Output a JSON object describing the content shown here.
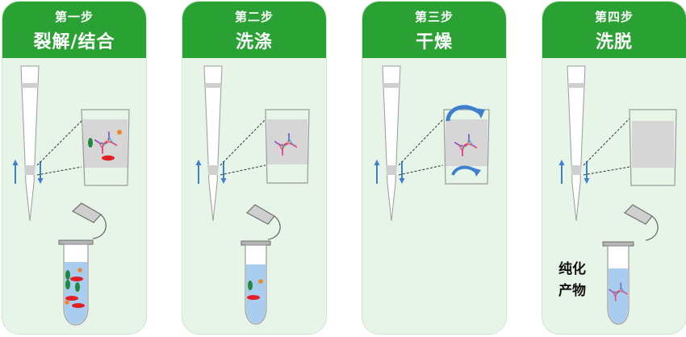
{
  "steps": [
    {
      "step_label": "第一步",
      "title": "裂解/结合"
    },
    {
      "step_label": "第二步",
      "title": "洗涤"
    },
    {
      "step_label": "第三步",
      "title": "干燥"
    },
    {
      "step_label": "第四步",
      "title": "洗脱"
    }
  ],
  "product_label": [
    "纯化",
    "产物"
  ],
  "colors": {
    "header_green": "#2aa233",
    "panel_bg": "#e7f5e8",
    "arrow_blue": "#3f7fcf",
    "liquid_blue": "#a9cdee",
    "membrane_gray": "#d6d6d6",
    "debris_green": "#1f8a3a",
    "debris_red": "#e31e24",
    "debris_orange": "#f0862a"
  }
}
